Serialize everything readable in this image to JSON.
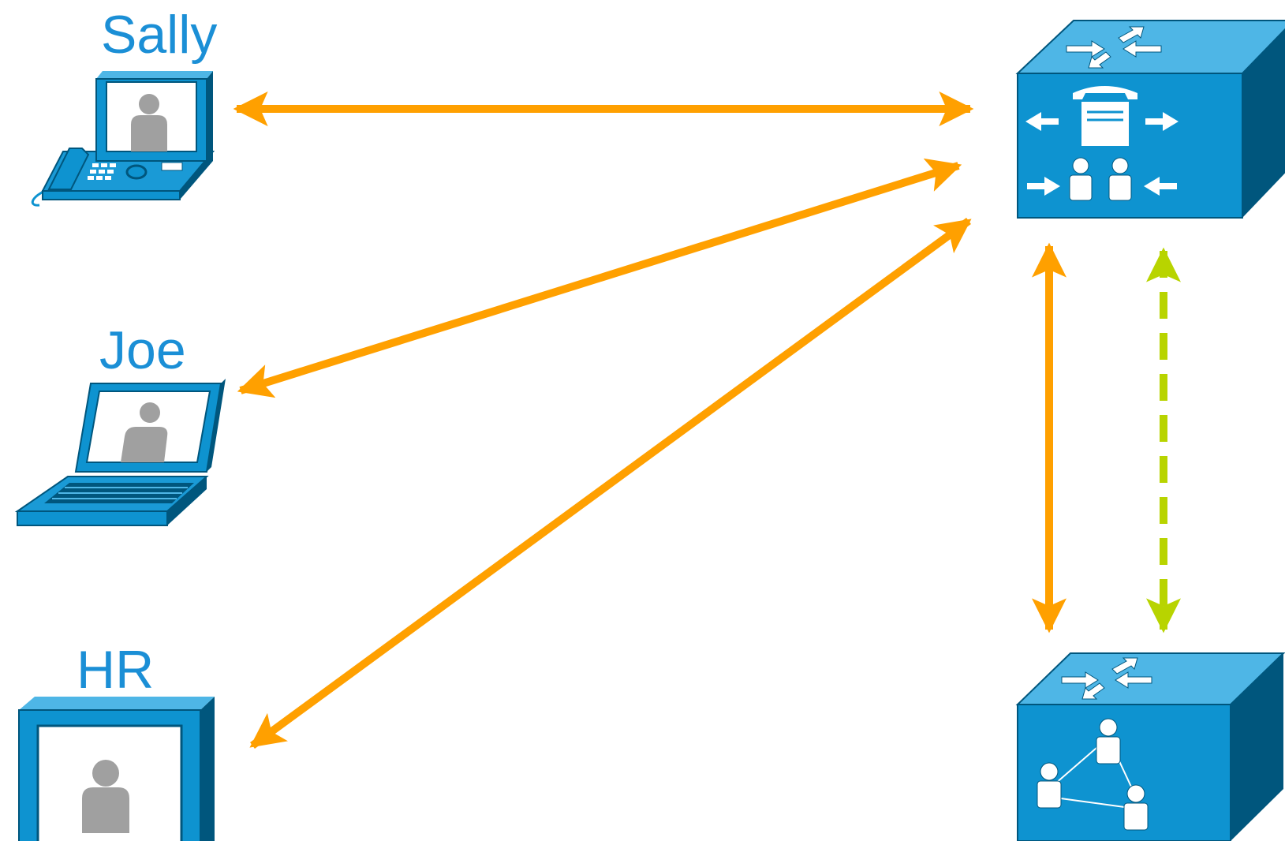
{
  "labels": {
    "sally": "Sally",
    "joe": "Joe",
    "hr": "HR"
  },
  "icons": {
    "sally": "video-phone-icon",
    "joe": "laptop-icon",
    "hr": "video-monitor-icon",
    "top_right": "call-manager-cube-icon",
    "bottom_right": "conference-server-cube-icon"
  },
  "colors": {
    "label": "#1b8fd6",
    "link": "#ffa000",
    "dashed_link": "#b8d400",
    "device_face": "#0e93d0",
    "device_top": "#4eb6e6",
    "device_side": "#00567d",
    "avatar": "#a0a0a0"
  }
}
